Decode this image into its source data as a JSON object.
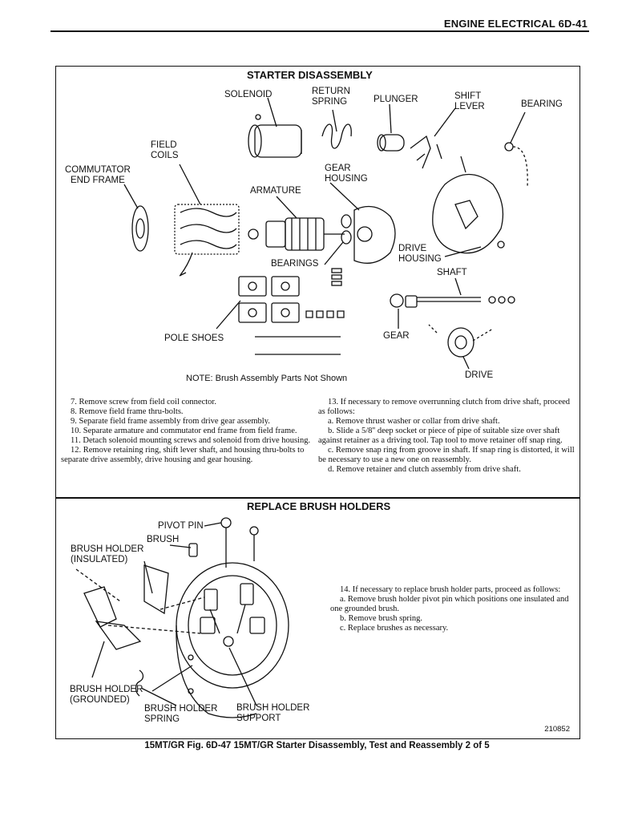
{
  "header": {
    "title": "ENGINE ELECTRICAL  6D-41"
  },
  "disassembly": {
    "title": "STARTER DISASSEMBLY",
    "labels": {
      "solenoid": "SOLENOID",
      "return_spring": "RETURN\nSPRING",
      "plunger": "PLUNGER",
      "shift_lever": "SHIFT\nLEVER",
      "bearing": "BEARING",
      "field_coils": "FIELD\nCOILS",
      "commutator_end_frame": "COMMUTATOR\nEND FRAME",
      "gear_housing": "GEAR\nHOUSING",
      "armature": "ARMATURE",
      "drive_housing": "DRIVE\nHOUSING",
      "bearings": "BEARINGS",
      "shaft": "SHAFT",
      "pole_shoes": "POLE SHOES",
      "gear": "GEAR",
      "drive": "DRIVE"
    },
    "note": "NOTE: Brush Assembly Parts Not Shown",
    "steps_left": [
      "7. Remove screw from field coil connector.",
      "8. Remove field frame thru-bolts.",
      "9. Separate field frame assembly from drive gear assembly.",
      "10. Separate armature and commutator end frame from field frame.",
      "11. Detach solenoid mounting screws and solenoid from drive housing.",
      "12. Remove retaining ring, shift lever shaft, and housing thru-bolts to separate drive assembly, drive housing and gear housing."
    ],
    "steps_right": [
      "13. If necessary to remove overrunning clutch from drive shaft, proceed as follows:",
      "a. Remove thrust washer or collar from drive shaft.",
      "b. Slide a 5/8'' deep socket or piece of pipe of suitable size over shaft against retainer as a driving tool. Tap tool to move retainer off snap ring.",
      "c. Remove snap ring from groove in shaft. If snap ring is distorted, it will be necessary to use a new one on reassembly.",
      "d. Remove retainer and clutch assembly from drive shaft."
    ]
  },
  "brush": {
    "title": "REPLACE BRUSH HOLDERS",
    "labels": {
      "pivot_pin": "PIVOT PIN",
      "brush": "BRUSH",
      "brush_holder_insulated": "BRUSH HOLDER\n(INSULATED)",
      "brush_holder_grounded": "BRUSH HOLDER\n(GROUNDED)",
      "brush_holder_spring": "BRUSH HOLDER\nSPRING",
      "brush_holder_support": "BRUSH HOLDER\nSUPPORT"
    },
    "steps": [
      "14. If necessary to replace brush holder parts, proceed as follows:",
      "a. Remove brush holder pivot pin which positions one insulated and one grounded brush.",
      "b. Remove brush spring.",
      "c. Replace brushes as necessary."
    ],
    "figure_number": "210852"
  },
  "caption": "15MT/GR Fig. 6D-47 15MT/GR Starter Disassembly, Test and Reassembly 2 of 5"
}
